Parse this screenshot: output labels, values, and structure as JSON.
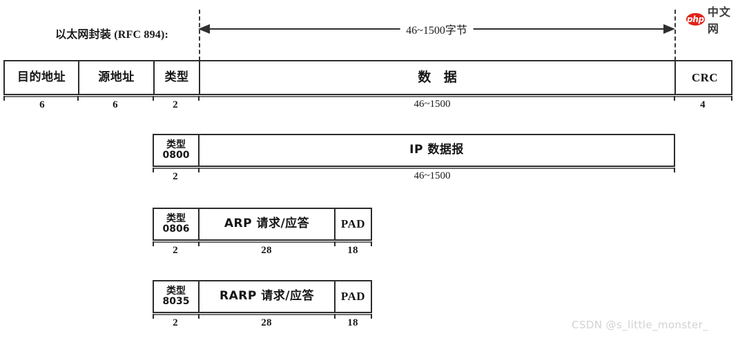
{
  "figure": {
    "title_label": "以太网封装 (RFC 894):",
    "dimension_arrow": {
      "text": "46~1500字节"
    }
  },
  "rows": {
    "ethernet_frame": {
      "fields": [
        {
          "name": "目的地址",
          "bytes": "6"
        },
        {
          "name": "源地址",
          "bytes": "6"
        },
        {
          "name": "类型",
          "bytes": "2"
        },
        {
          "name": "数 据",
          "bytes": "",
          "range": "46~1500"
        },
        {
          "name": "CRC",
          "bytes": "4"
        }
      ]
    },
    "ip_datagram": {
      "fields": [
        {
          "name": "类型\n0800",
          "bytes": "2"
        },
        {
          "name": "IP 数据报",
          "bytes": "",
          "range": "46~1500"
        }
      ]
    },
    "arp": {
      "fields": [
        {
          "name": "类型\n0806",
          "bytes": "2"
        },
        {
          "name": "ARP 请求/应答",
          "bytes": "28"
        },
        {
          "name": "PAD",
          "bytes": "18"
        }
      ]
    },
    "rarp": {
      "fields": [
        {
          "name": "类型\n8035",
          "bytes": "2"
        },
        {
          "name": "RARP 请求/应答",
          "bytes": "28"
        },
        {
          "name": "PAD",
          "bytes": "18"
        }
      ]
    }
  },
  "watermarks": {
    "php_badge": "php",
    "php_text": "中文网",
    "csdn": "CSDN @s_little_monster_"
  }
}
